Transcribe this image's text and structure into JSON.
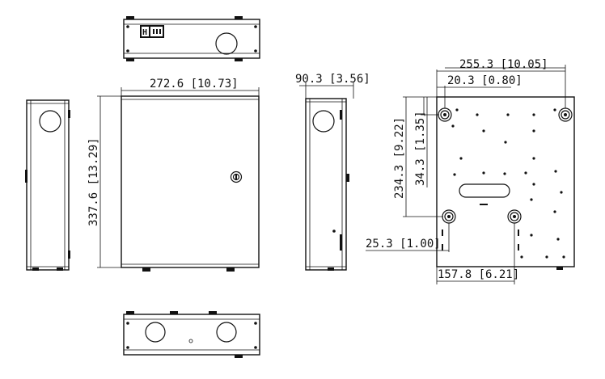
{
  "dimensions": {
    "front_width": "272.6 [10.73]",
    "front_height": "337.6 [13.29]",
    "side_depth": "90.3 [3.56]",
    "back_hole_span": "255.3 [10.05]",
    "back_hole_offset_top": "20.3 [0.80]",
    "back_hole_vertical_span": "234.3 [9.22]",
    "back_hole_vertical_offset": "34.3 [1.35]",
    "back_bottom_left_offset": "25.3 [1.00]",
    "back_bottom_hole_span": "157.8 [6.21]"
  },
  "connector_label": "H"
}
